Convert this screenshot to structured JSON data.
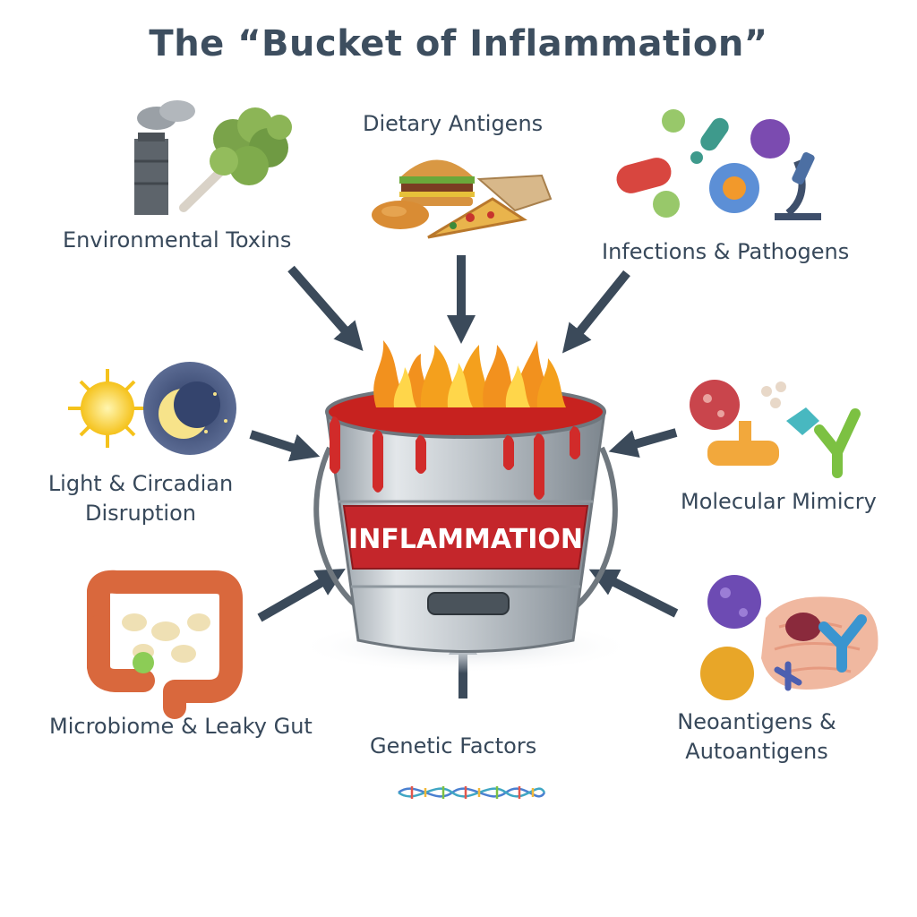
{
  "title": "The “Bucket of Inflammation”",
  "center": {
    "label": "INFLAMMATION"
  },
  "factors": {
    "environmental": {
      "label": "Environmental Toxins"
    },
    "dietary": {
      "label": "Dietary Antigens"
    },
    "infections": {
      "label": "Infections & Pathogens"
    },
    "light": {
      "line1": "Light & Circadian",
      "line2": "Disruption"
    },
    "mimicry": {
      "label": "Molecular Mimicry"
    },
    "microbiome": {
      "label": "Microbiome & Leaky Gut"
    },
    "genetic": {
      "label": "Genetic Factors"
    },
    "neoantigens": {
      "line1": "Neoantigens &",
      "line2": "Autoantigens"
    }
  },
  "colors": {
    "text": "#37485a",
    "arrow": "#3b4a5a",
    "bucket": "#b8bfc6",
    "band": "#c4262b",
    "flame": "#f39a1e"
  },
  "icons": {
    "environmental": [
      "factory-icon",
      "tree-icon"
    ],
    "dietary": [
      "burger-icon",
      "pizza-icon",
      "chicken-icon"
    ],
    "infections": [
      "virus-icon",
      "bacteria-icon",
      "microscope-icon"
    ],
    "light": [
      "sun-icon",
      "moon-icon"
    ],
    "mimicry": [
      "virus-icon",
      "molecule-icon",
      "antibody-icon"
    ],
    "microbiome": [
      "intestine-icon"
    ],
    "genetic": [
      "dna-icon"
    ],
    "neoantigens": [
      "virus-icon",
      "tissue-icon",
      "antibody-icon"
    ]
  }
}
